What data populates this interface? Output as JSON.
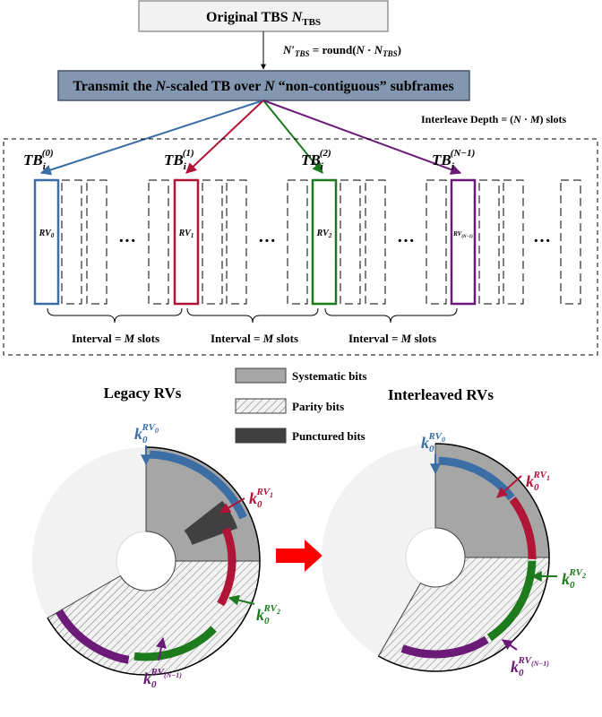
{
  "top_box": {
    "text": "Original TBS ",
    "var": "N",
    "var_sub": "TBS"
  },
  "formula": {
    "lhs": "N′",
    "lhs_sub": "TBS",
    "eq": " = round(",
    "n": "N",
    "dot": " · ",
    "n2": "N",
    "n2_sub": "TBS",
    "close": ")"
  },
  "transmit_box": {
    "part1": "Transmit the ",
    "n": "N",
    "part2": "-scaled TB over ",
    "n2": "N",
    "part3": " “non-contiguous” subframes"
  },
  "interleave_depth": {
    "text": "Interleave Depth = (",
    "n": "N",
    "dot": " · ",
    "m": "M",
    "close": ") slots"
  },
  "tb_labels": [
    {
      "base": "TB",
      "sub": "i",
      "sup": "(0)"
    },
    {
      "base": "TB",
      "sub": "i",
      "sup": "(1)"
    },
    {
      "base": "TB",
      "sub": "i",
      "sup": "(2)"
    },
    {
      "base": "TB",
      "sub": "i",
      "sup": "(N−1)"
    }
  ],
  "rv_labels": [
    {
      "base": "RV",
      "sub": "0"
    },
    {
      "base": "RV",
      "sub": "1"
    },
    {
      "base": "RV",
      "sub": "2"
    },
    {
      "base": "RV",
      "sub": "(N−1)"
    }
  ],
  "ellipsis": "···",
  "interval": {
    "text": "Interval = ",
    "m": "M",
    "tail": " slots"
  },
  "legend": {
    "systematic": "Systematic bits",
    "parity": "Parity bits",
    "punctured": "Punctured bits"
  },
  "legacy_title": "Legacy RVs",
  "interleaved_title": "Interleaved RVs",
  "k_labels": [
    {
      "base": "k",
      "sub": "0",
      "sup": "RV",
      "sup_sub": "0"
    },
    {
      "base": "k",
      "sub": "0",
      "sup": "RV",
      "sup_sub": "1"
    },
    {
      "base": "k",
      "sub": "0",
      "sup": "RV",
      "sup_sub": "2"
    },
    {
      "base": "k",
      "sub": "0",
      "sup": "RV",
      "sup_sub": "(N−1)"
    }
  ],
  "colors": {
    "blue": "#3b6ea5",
    "red": "#b01537",
    "green": "#1d7a1d",
    "purple": "#6c1a78",
    "box_fill": "#f2f2f2",
    "transmit_fill": "#8497b0",
    "systematic": "#a6a6a6",
    "punctured": "#404040",
    "parity_bg": "#f2f2f2",
    "arrow_red": "#ff0000"
  }
}
